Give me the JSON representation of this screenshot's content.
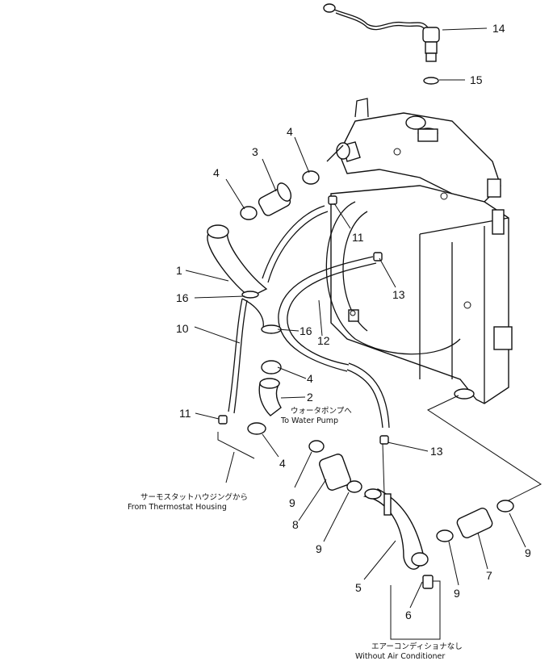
{
  "callouts": {
    "n1": "1",
    "n2": "2",
    "n3": "3",
    "n4a": "4",
    "n4b": "4",
    "n4c": "4",
    "n4d": "4",
    "n5": "5",
    "n6": "6",
    "n7": "7",
    "n8": "8",
    "n9a": "9",
    "n9b": "9",
    "n9c": "9",
    "n9d": "9",
    "n10": "10",
    "n11a": "11",
    "n11b": "11",
    "n12": "12",
    "n13a": "13",
    "n13b": "13",
    "n14": "14",
    "n15": "15",
    "n16a": "16",
    "n16b": "16"
  },
  "captions": {
    "water_pump_jp": "ウォータポンプへ",
    "water_pump_en": "To Water Pump",
    "thermostat_jp": "サーモスタットハウジングから",
    "thermostat_en": "From Thermostat Housing",
    "no_aircon_jp": "エアーコンディショナなし",
    "no_aircon_en": "Without Air Conditioner"
  }
}
